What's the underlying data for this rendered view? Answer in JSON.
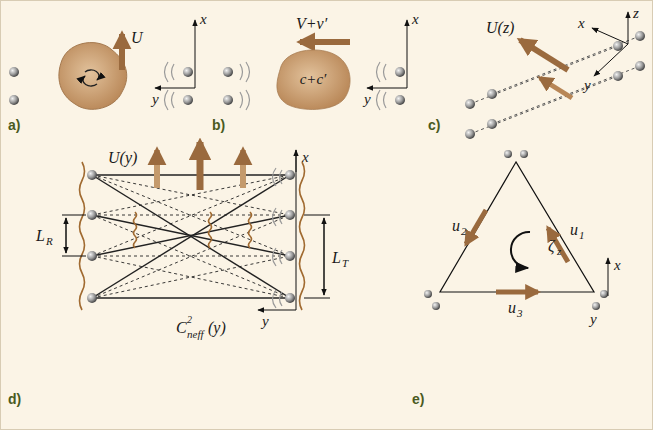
{
  "diagram": {
    "nodes": [
      {
        "text": [
          "c+c′"
        ]
      }
    ],
    "edges": [],
    "labels": [
      "a)",
      "U",
      "x",
      "y",
      "b)",
      "V+v′",
      "x",
      "y",
      "c)",
      "U(z)",
      "z",
      "x",
      "y",
      "d)",
      "U(y)",
      "x",
      "L",
      "R",
      "L",
      "T",
      "C",
      "2",
      "neff",
      "(y)",
      "y",
      "e)",
      "u",
      "2",
      "u",
      "1",
      "ζ",
      "z",
      "x",
      "y",
      "u",
      "3"
    ]
  }
}
